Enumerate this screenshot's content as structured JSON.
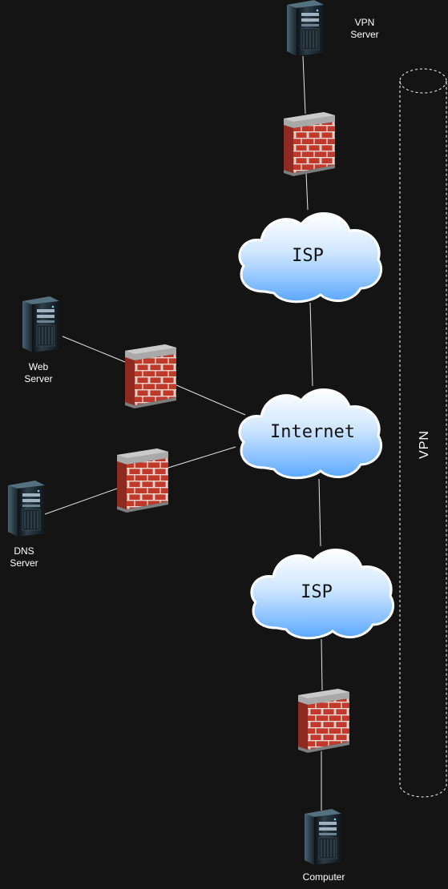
{
  "nodes": {
    "vpn_server": {
      "line1": "VPN",
      "line2": "Server"
    },
    "web_server": {
      "line1": "Web",
      "line2": "Server"
    },
    "dns_server": {
      "line1": "DNS",
      "line2": "Server"
    },
    "computer": {
      "line1": "Computer"
    }
  },
  "clouds": {
    "isp_top": "ISP",
    "internet": "Internet",
    "isp_bottom": "ISP"
  },
  "vpn_tunnel": {
    "label": "VPN"
  },
  "icons": {
    "server": "server-tower-icon",
    "firewall": "brick-firewall-icon",
    "cloud": "cloud-icon"
  },
  "colors": {
    "background": "#141414",
    "connector": "#e6e6e6",
    "cloud_top": "#ffffff",
    "cloud_bottom": "#5aa8ff",
    "brick": "#c0392b",
    "wall_cap": "#9a9a9a",
    "server_body": "#1e2a33"
  }
}
